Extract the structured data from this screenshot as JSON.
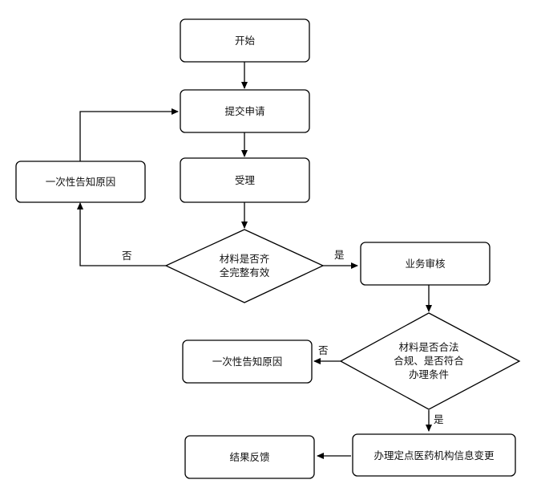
{
  "nodes": {
    "start": "开始",
    "submit": "提交申请",
    "accept": "受理",
    "check_materials": [
      "材料是否齐",
      "全完整有效"
    ],
    "notify_reason_1": "一次性告知原因",
    "review": "业务审核",
    "check_compliance": [
      "材料是否合法",
      "合规、是否符合",
      "办理条件"
    ],
    "notify_reason_2": "一次性告知原因",
    "process_change": "办理定点医药机构信息变更",
    "feedback": "结果反馈"
  },
  "edges": {
    "no_1": "否",
    "yes_1": "是",
    "no_2": "否",
    "yes_2": "是"
  },
  "colors": {
    "stroke": "#000000",
    "fill": "#ffffff",
    "text": "#111111"
  }
}
